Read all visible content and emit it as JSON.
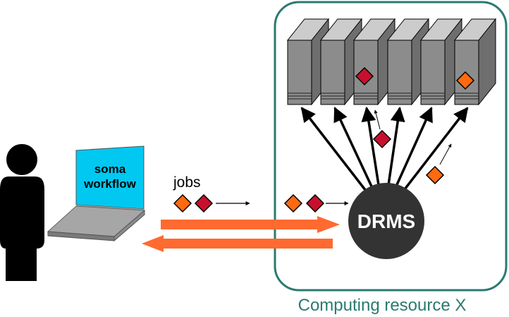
{
  "laptop_screen_text": [
    "soma",
    "workflow"
  ],
  "jobs_label": "jobs",
  "drms_label": "DRMS",
  "resource_label": "Computing resource X",
  "colors": {
    "panel_border": "#2a7a72",
    "laptop_screen": "#00c8f0",
    "transfer_arrow": "#ff6a30",
    "job_orange": "#ff6a10",
    "job_red": "#c8102e",
    "drms_node": "#333333",
    "server_face": "#8c8c8c",
    "server_top": "#cccccc",
    "server_side": "#6e6e6e"
  },
  "icons": [
    "person-icon",
    "laptop-icon",
    "server-rack-icon",
    "job-diamond-icon"
  ]
}
